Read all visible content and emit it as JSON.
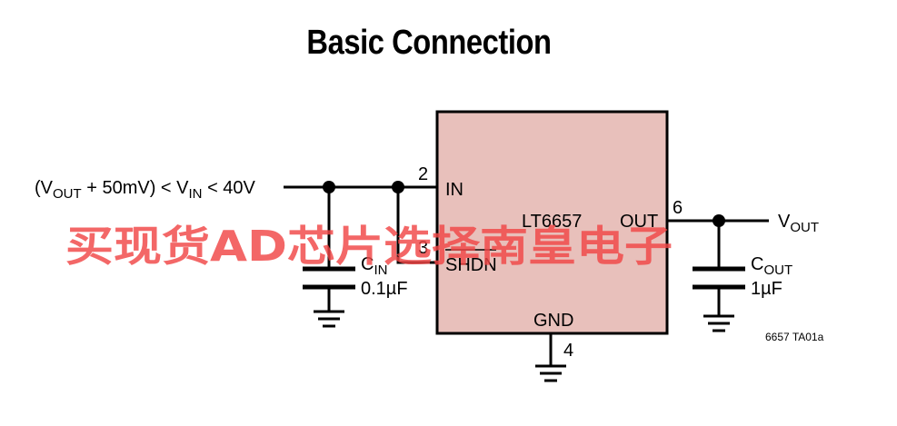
{
  "title": "Basic Connection",
  "colors": {
    "ic_fill": "#e8c0bb",
    "wire": "#000000",
    "watermark": "#f04646"
  },
  "input_condition": {
    "open": "(V",
    "sub_out": "OUT",
    "middle": " + 50mV) < V",
    "sub_in": "IN",
    "tail": " < 40V"
  },
  "ic": {
    "part_number": "LT6657",
    "pins": {
      "in": {
        "number": "2",
        "label": "IN"
      },
      "shdn": {
        "number": "3",
        "label": "SHDN"
      },
      "out": {
        "number": "6",
        "label": "OUT"
      },
      "gnd": {
        "number": "4",
        "label": "GND"
      }
    }
  },
  "output": {
    "main": "V",
    "sub": "OUT"
  },
  "cin": {
    "main": "C",
    "sub": "IN",
    "value": "0.1µF"
  },
  "cout": {
    "main": "C",
    "sub": "OUT",
    "value": "1µF"
  },
  "figure_id": "6657 TA01a",
  "watermark": "买现货AD芯片选择南皇电子"
}
